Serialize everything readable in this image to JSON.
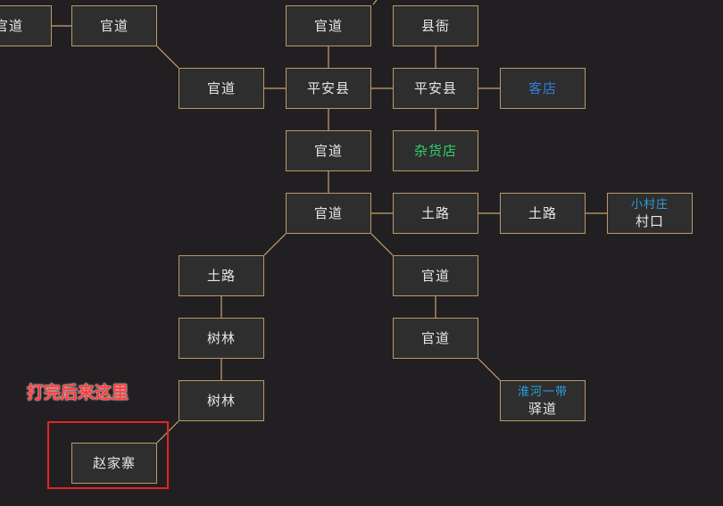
{
  "colors": {
    "background": "#221f23",
    "node_fill": "#2e2e2e",
    "node_border": "#b89a64",
    "link": "#c9a36a",
    "text_default": "#e6e6e6",
    "text_shop_blue": "#2f7fd8",
    "text_shop_green": "#2fd06a",
    "text_region": "#2aa0e0",
    "annotation_red": "#ff3b3b",
    "highlight_red": "#e52424"
  },
  "annotation": {
    "text": "打完后来这里"
  },
  "nodes": [
    {
      "id": "n0",
      "name": "官道",
      "tone": "default"
    },
    {
      "id": "n1",
      "name": "官道",
      "tone": "default"
    },
    {
      "id": "n2",
      "name": "官道",
      "tone": "default"
    },
    {
      "id": "n3",
      "name": "县衙",
      "tone": "default"
    },
    {
      "id": "n4",
      "name": "官道",
      "tone": "default"
    },
    {
      "id": "n5",
      "name": "平安县",
      "tone": "default"
    },
    {
      "id": "n6",
      "name": "平安县",
      "tone": "default"
    },
    {
      "id": "n7",
      "name": "客店",
      "tone": "blue"
    },
    {
      "id": "n8",
      "name": "官道",
      "tone": "default"
    },
    {
      "id": "n9",
      "name": "杂货店",
      "tone": "green"
    },
    {
      "id": "n10",
      "name": "官道",
      "tone": "default"
    },
    {
      "id": "n11",
      "name": "土路",
      "tone": "default"
    },
    {
      "id": "n12",
      "name": "土路",
      "tone": "default"
    },
    {
      "id": "n13",
      "name": "村口",
      "region": "小村庄",
      "tone": "default"
    },
    {
      "id": "n14",
      "name": "土路",
      "tone": "default"
    },
    {
      "id": "n15",
      "name": "官道",
      "tone": "default"
    },
    {
      "id": "n16",
      "name": "树林",
      "tone": "default"
    },
    {
      "id": "n17",
      "name": "官道",
      "tone": "default"
    },
    {
      "id": "n18",
      "name": "树林",
      "tone": "default"
    },
    {
      "id": "n19",
      "name": "驿道",
      "region": "淮河一带",
      "tone": "default"
    },
    {
      "id": "n20",
      "name": "赵家寨",
      "tone": "default"
    }
  ],
  "links": [
    [
      "n0",
      "n1"
    ],
    [
      "n2",
      "n5"
    ],
    [
      "n3",
      "n6"
    ],
    [
      "n1",
      "n4"
    ],
    [
      "n4",
      "n5"
    ],
    [
      "n5",
      "n6"
    ],
    [
      "n6",
      "n7"
    ],
    [
      "n5",
      "n8"
    ],
    [
      "n6",
      "n9"
    ],
    [
      "n8",
      "n10"
    ],
    [
      "n10",
      "n11"
    ],
    [
      "n11",
      "n12"
    ],
    [
      "n12",
      "n13"
    ],
    [
      "n10",
      "n14"
    ],
    [
      "n10",
      "n15"
    ],
    [
      "n14",
      "n16"
    ],
    [
      "n15",
      "n17"
    ],
    [
      "n16",
      "n18"
    ],
    [
      "n17",
      "n19"
    ],
    [
      "n18",
      "n20"
    ]
  ]
}
